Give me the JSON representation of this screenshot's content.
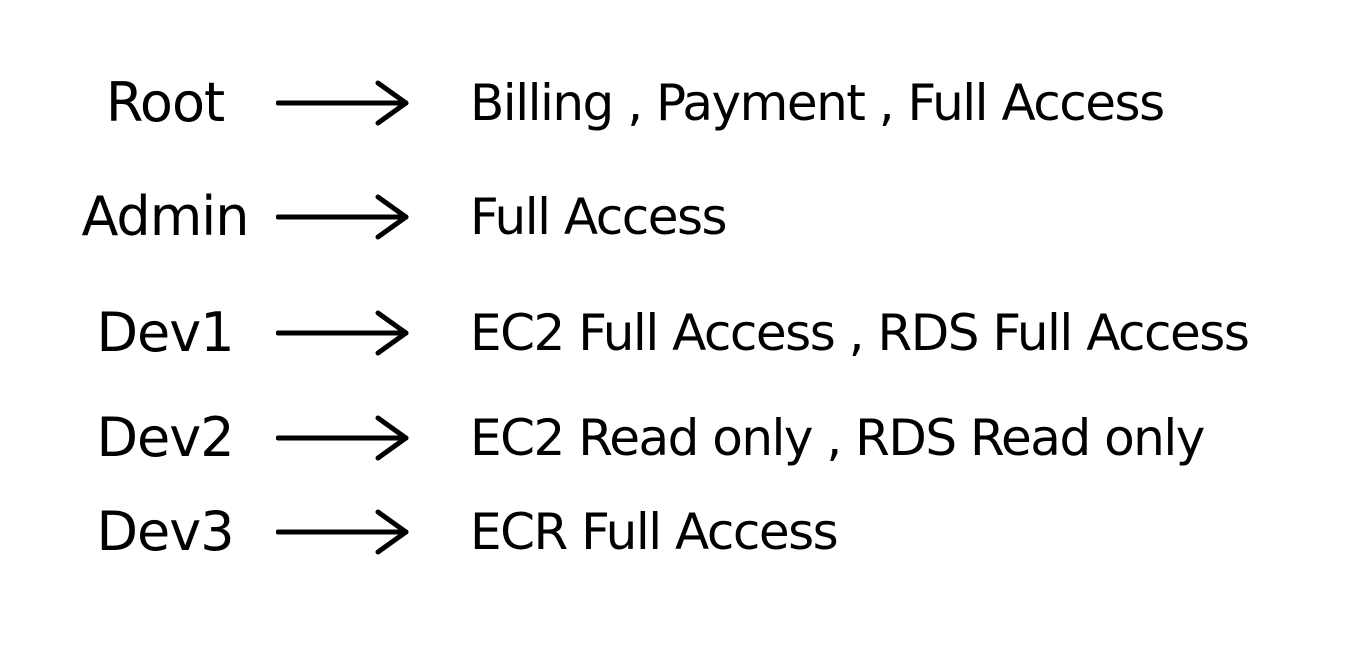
{
  "colors": {
    "background": "#ffffff",
    "ink": "#000000"
  },
  "arrow_icon": "right-arrow-icon",
  "rows": [
    {
      "role": "Root",
      "permissions": "Billing , Payment , Full Access"
    },
    {
      "role": "Admin",
      "permissions": "Full Access"
    },
    {
      "role": "Dev1",
      "permissions": "EC2 Full Access , RDS Full Access"
    },
    {
      "role": "Dev2",
      "permissions": "EC2 Read only , RDS Read only"
    },
    {
      "role": "Dev3",
      "permissions": "ECR Full Access"
    }
  ]
}
